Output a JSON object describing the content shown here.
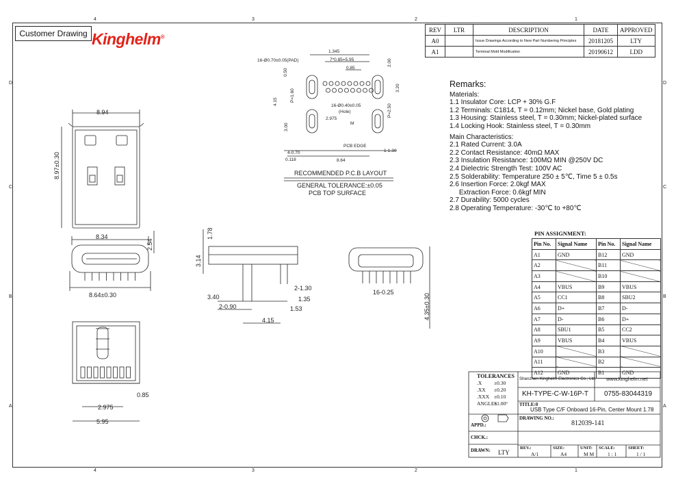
{
  "header": {
    "customer_label": "Customer Drawing",
    "logo_text": "Kinghelm",
    "logo_mark": "®"
  },
  "zones": {
    "columns": [
      "4",
      "3",
      "2",
      "1"
    ],
    "rows_left": [
      "D",
      "C",
      "B",
      "A"
    ],
    "rows_right": [
      "D",
      "C",
      "B",
      "A"
    ]
  },
  "revision_table": {
    "headers": [
      "REV",
      "LTR",
      "DESCRIPTION",
      "DATE",
      "APPROVED"
    ],
    "rows": [
      {
        "rev": "A0",
        "ltr": "",
        "desc": "Issue Drawings According to New Part Numbering Principles",
        "date": "20181205",
        "approved": "LTY"
      },
      {
        "rev": "A1",
        "ltr": "",
        "desc": "Terminal Mold Modification",
        "date": "20190612",
        "approved": "LDD"
      }
    ]
  },
  "remarks": {
    "title": "Remarks:",
    "materials_title": "Materials:",
    "materials": [
      "1.1 Insulator Core: LCP + 30% G.F",
      "1.2 Terminals: C1814, T = 0.12mm; Nickel base, Gold plating",
      "1.3 Housing: Stainless steel, T = 0.30mm; Nickel-plated surface",
      "1.4 Locking Hook: Stainless steel, T = 0.30mm"
    ],
    "characteristics_title": "Main Characteristics:",
    "characteristics": [
      "2.1 Rated Current: 3.0A",
      "2.2 Contact Resistance: 40mΩ MAX",
      "2.3 Insulation Resistance: 100MΩ MIN @250V DC",
      "2.4 Dielectric Strength Test: 100V AC",
      "2.5 Solderability: Temperature 250 ± 5℃, Time 5 ± 0.5s",
      "2.6 Insertion Force: 2.0kgf MAX",
      "     Extraction Force: 0.6kgf MIN",
      "2.7 Durability: 5000 cycles",
      "2.8 Operating Temperature: -30℃ to +80℃"
    ]
  },
  "pin_assignment": {
    "title": "PIN ASSIGNMENT:",
    "headers": [
      "Pin No.",
      "Signal Name",
      "Pin No.",
      "Signal Name"
    ],
    "rows": [
      [
        "A1",
        "GND",
        "B12",
        "GND"
      ],
      [
        "A2",
        "",
        "B11",
        ""
      ],
      [
        "A3",
        "",
        "B10",
        ""
      ],
      [
        "A4",
        "VBUS",
        "B9",
        "VBUS"
      ],
      [
        "A5",
        "CC1",
        "B8",
        "SBU2"
      ],
      [
        "A6",
        "D+",
        "B7",
        "D-"
      ],
      [
        "A7",
        "D-",
        "B6",
        "D+"
      ],
      [
        "A8",
        "SBU1",
        "B5",
        "CC2"
      ],
      [
        "A9",
        "VBUS",
        "B4",
        "VBUS"
      ],
      [
        "A10",
        "",
        "B3",
        ""
      ],
      [
        "A11",
        "",
        "B2",
        ""
      ],
      [
        "A12",
        "GND",
        "B1",
        "GND"
      ]
    ]
  },
  "pcb_layout": {
    "caption": "RECOMMENDED P.C.B LAYOUT",
    "tolerance": "GENERAL TOLERANCE:±0.05",
    "surface": "PCB TOP SURFACE",
    "dims": {
      "pad": "16-Ø0.70±0.05(PAD)",
      "d1345": "1.345",
      "d785": "7*0.85=5.95",
      "d085": "0.85",
      "d050": "0.50",
      "d200": "2.00",
      "d160": "P=1.60",
      "d415": "4.15",
      "d320": "3.20",
      "hole": "16-Ø0.40±0.05",
      "hole2": "(Hole)",
      "d2975": "2.975",
      "d300": "3.00",
      "d250": "P=2.50",
      "pcbedge": "PCB EDGE",
      "d470": "4-0.70",
      "d130": "1-1.30",
      "d864": "8.64",
      "d118": "0.118",
      "m": "M"
    }
  },
  "views": {
    "top": {
      "w": "8.94",
      "h": "8.97±0.30"
    },
    "front": {
      "w": "8.34",
      "h": "2.54",
      "b": "8.64±0.30"
    },
    "side": {
      "d178": "1.78",
      "d314": "3.14",
      "d340": "3.40",
      "d290": "2-0.90",
      "d130": "2-1.30",
      "d135": "1.35",
      "d153": "1.53",
      "d415": "4.15"
    },
    "rear": {
      "pins": "16-0.25",
      "h": "4.35±0.30"
    },
    "bottom": {
      "d085": "0.85",
      "d2975": "2.975",
      "d595": "5.95"
    }
  },
  "title_block": {
    "tolerances_title": "TOLERANCES",
    "tol_rows": [
      [
        ".X",
        "±0.30"
      ],
      [
        ".XX",
        "±0.20"
      ],
      [
        ".XXX",
        "±0.10"
      ],
      [
        "ANGLES",
        "±1.00°"
      ]
    ],
    "company": "Shenzhen Kinghelm Electronics Co., Ltd.",
    "website": "www.kinghelm.net",
    "part_no": "KH-TYPE-C-W-16P-T",
    "phone": "0755-83044319",
    "title_label": "TITLE:",
    "title_num": "0",
    "title": "USB Type C/F Onboard 16-Pin, Center Mount 1.78",
    "drawing_label": "DRAWING NO.:",
    "drawing_no": "812039-141",
    "appd": "APPD.:",
    "chck": "CHCK.:",
    "drawn_label": "DRAWN:",
    "drawn_by": "LTY",
    "rev_label": "REV.:",
    "rev": "A/1",
    "size_label": "SIZE:",
    "size": "A4",
    "unit_label": "UNIT:",
    "unit": "M M",
    "scale_label": "SCALE:",
    "scale": "1 : 1",
    "sheet_label": "SHEET:",
    "sheet": "1 / 1"
  }
}
